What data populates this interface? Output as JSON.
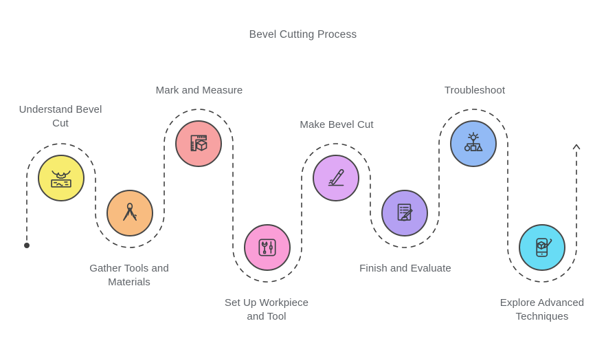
{
  "title": "Bevel Cutting Process",
  "colors": {
    "background": "#ffffff",
    "path_stroke": "#3f3f3f",
    "node_border": "#474747",
    "icon_stroke": "#3c4043",
    "label_text": "#5f6368"
  },
  "path": {
    "start_marker": "dot",
    "end_marker": "up-arrow",
    "style": "dashed"
  },
  "steps": [
    {
      "label": "Understand Bevel Cut",
      "color": "#f7ec6f",
      "icon": "wood-plank-cutter-icon",
      "position": "high"
    },
    {
      "label": "Gather Tools and Materials",
      "color": "#f8bc80",
      "icon": "pliers-icon",
      "position": "low"
    },
    {
      "label": "Mark and Measure",
      "color": "#f7a2a2",
      "icon": "square-ruler-cube-icon",
      "position": "high"
    },
    {
      "label": "Set Up Workpiece and Tool",
      "color": "#fa9ed7",
      "icon": "toolbox-icon",
      "position": "low"
    },
    {
      "label": "Make Bevel Cut",
      "color": "#dfa9f5",
      "icon": "knife-cut-icon",
      "position": "high"
    },
    {
      "label": "Finish and Evaluate",
      "color": "#b4a0f2",
      "icon": "checklist-pen-icon",
      "position": "low"
    },
    {
      "label": "Troubleshoot",
      "color": "#92baf5",
      "icon": "idea-shapes-icon",
      "position": "high"
    },
    {
      "label": "Explore Advanced Techniques",
      "color": "#68dcf5",
      "icon": "tablet-design-icon",
      "position": "low"
    }
  ]
}
